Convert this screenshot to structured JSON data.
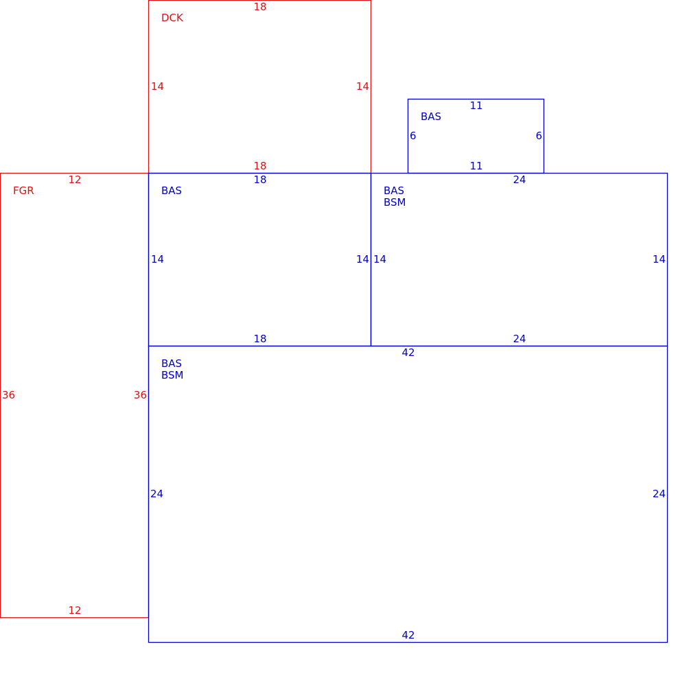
{
  "colors": {
    "red": "#dd1111",
    "blue": "#0000cc"
  },
  "areas": {
    "dck": {
      "labels": [
        "DCK"
      ],
      "dims": {
        "top": "18",
        "bottom": "18",
        "left": "14",
        "right": "14"
      }
    },
    "bas_small": {
      "labels": [
        "BAS"
      ],
      "dims": {
        "top": "11",
        "bottom": "11",
        "left": "6",
        "right": "6"
      }
    },
    "fgr": {
      "labels": [
        "FGR"
      ],
      "dims": {
        "top": "12",
        "bottom": "12",
        "left": "36",
        "right": "36"
      }
    },
    "bas_mid": {
      "labels": [
        "BAS"
      ],
      "dims": {
        "top": "18",
        "bottom": "18",
        "left": "14",
        "right": "14"
      }
    },
    "bas_bsm_right": {
      "labels": [
        "BAS",
        "BSM"
      ],
      "dims": {
        "top": "24",
        "bottom": "24",
        "left": "14",
        "right": "14"
      }
    },
    "bas_bsm_bottom": {
      "labels": [
        "BAS",
        "BSM"
      ],
      "dims": {
        "top": "42",
        "bottom": "42",
        "left": "24",
        "right": "24"
      }
    }
  }
}
